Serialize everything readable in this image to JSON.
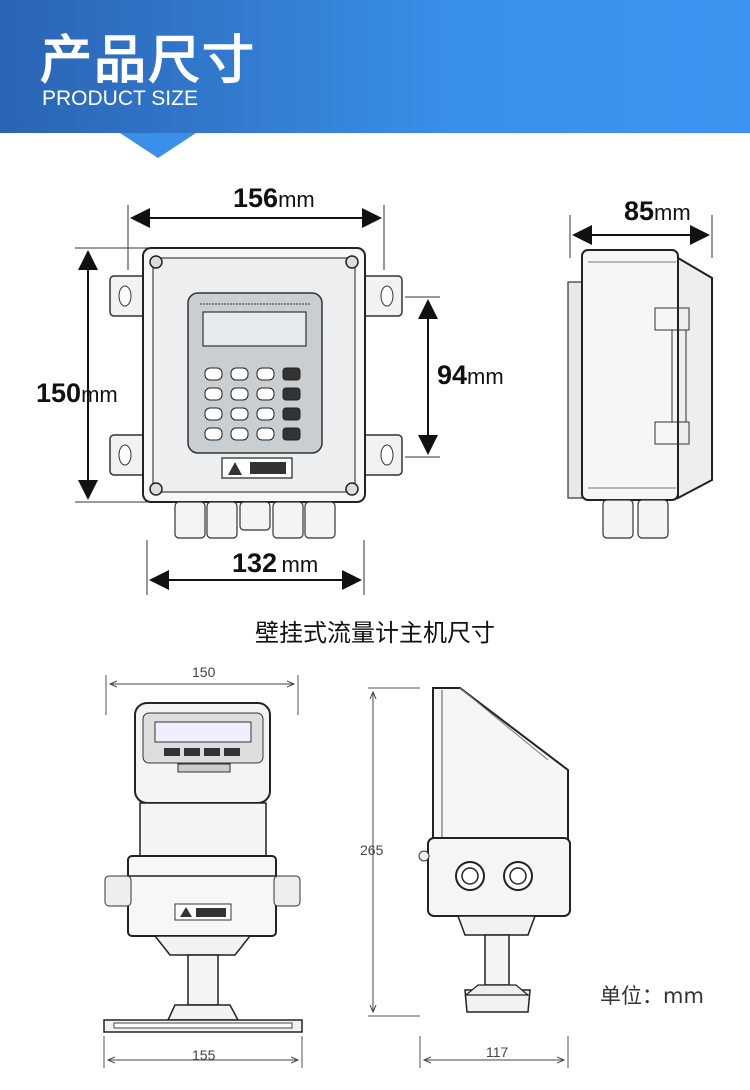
{
  "header": {
    "title_cn": "产品尺寸",
    "title_en": "PRODUCT SIZE"
  },
  "wall_mount": {
    "width_value": "156",
    "width_unit": "mm",
    "height_value": "150",
    "height_unit": "mm",
    "mount_spacing_value": "94",
    "mount_spacing_unit": "mm",
    "base_width_value": "132",
    "base_width_unit": "mm",
    "depth_value": "85",
    "depth_unit": "mm",
    "caption": "壁挂式流量计主机尺寸"
  },
  "pipe_mount": {
    "top_width": "150",
    "bottom_width": "155",
    "height": "265",
    "depth": "117"
  },
  "unit_label": "单位：mm",
  "colors": {
    "banner": "#3a8fe8",
    "panel": "#c9ced3"
  }
}
